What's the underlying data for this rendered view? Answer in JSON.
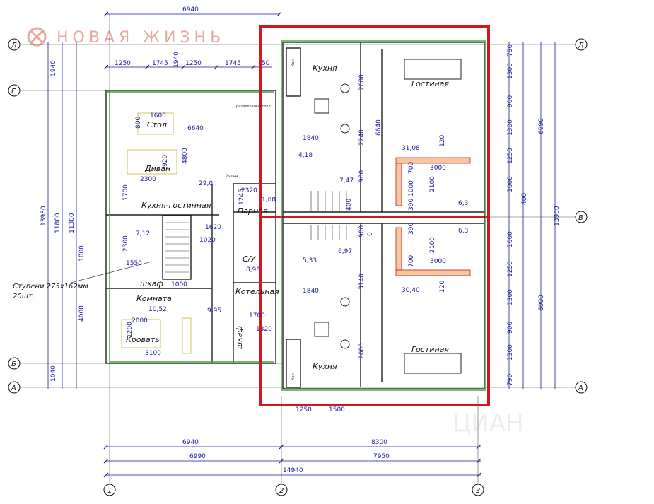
{
  "logo": {
    "text": "НОВАЯ ЖИЗНЬ"
  },
  "watermark": {
    "text": "ЦИАН"
  },
  "axes": {
    "a": "А",
    "b": "Б",
    "v": "В",
    "g": "Г",
    "d": "Д",
    "n1": "1",
    "n2": "2",
    "n3": "3"
  },
  "rooms": {
    "stol": "Стол",
    "divan": "Диван",
    "kitchen_living": "Кухня-гостинная",
    "komnata": "Комната",
    "krovat": "Кровать",
    "shkaf1": "шкаф",
    "shkaf2": "шкаф",
    "parnaya": "Парная",
    "su": "С/У",
    "kotelnaya": "Котельная",
    "kuhnya_top": "Кухня",
    "gostinaya_top": "Гостиная",
    "kuhnya_bot": "Кухня",
    "gostinaya_bot": "Гостиная",
    "hol_top": "Хол",
    "hol_bot": "Хол",
    "razd_stol": "разделочный стол",
    "holod": "Холод"
  },
  "areas": {
    "a29": "29,0",
    "a712": "7,12",
    "a1052": "10,52",
    "a995": "9,95",
    "a896": "8,96",
    "a188": "1,88",
    "a418": "4,18",
    "a747": "7,47",
    "a3108": "31,08",
    "a63t": "6,3",
    "a533": "5,33",
    "a697": "6,97",
    "a3040": "30,40",
    "a63b": "6,3"
  },
  "dims": {
    "d6940_top": "6940",
    "d1250": "1250",
    "d1745a": "1745",
    "d1940": "1940",
    "d1250b": "1250",
    "d1745b": "1745",
    "d50": "50",
    "d13980_l": "13980",
    "d11800": "11800",
    "d11300": "11300",
    "d1000_l": "1000",
    "d4000": "4000",
    "d1040": "1040",
    "d1940_l": "1940",
    "d1600": "1600",
    "d800": "800",
    "d6640": "6640",
    "d4800": "4800",
    "d920": "920",
    "d2300": "2300",
    "d1700": "1700",
    "d2300b": "2300",
    "d1620": "1620",
    "d1020": "1020",
    "d1550": "1550",
    "d1000b": "1000",
    "d2000": "2000",
    "d1200": "1200",
    "d3100": "3100",
    "d2320": "2320",
    "d1245": "1245",
    "d1700b": "1700",
    "d1320": "1320",
    "d2600t": "2600",
    "d1840t": "1840",
    "d2240": "2240",
    "d6640r": "6640",
    "d900t": "900",
    "d3000t": "3000",
    "d2100t": "2100",
    "d1000t": "1000",
    "d390t": "390",
    "d700t": "700",
    "d120t": "120",
    "d400t": "400",
    "d790a": "790",
    "d1300a": "1300",
    "d900a": "900",
    "d1300b": "1300",
    "d1250r": "1250",
    "d1000r": "1000",
    "d400r": "400",
    "d6990": "6990",
    "d13980_r": "13980",
    "d1000rb": "1000",
    "d1250rb": "1250",
    "d1300rc": "1300",
    "d900rb": "900",
    "d1300rd": "1300",
    "d790b": "790",
    "d6990b": "6990",
    "d1840b": "1840",
    "d3140": "3140",
    "d2600b": "2600",
    "d3000b": "3000",
    "d2100b": "2100",
    "d700b": "700",
    "d390b": "390",
    "d120b": "120",
    "d900b": "900",
    "d0": "0",
    "d1250bot": "1250",
    "d1500bot": "1500",
    "d6940_b": "6940",
    "d8300": "8300",
    "d6990_b": "6990",
    "d7950": "7950",
    "d14940": "14940"
  },
  "notes": {
    "stairs1": "Ступени 275х162мм",
    "stairs2": "20шт."
  },
  "colors": {
    "highlight": "#d0181e",
    "wall_green": "#3aa63a",
    "dim_line": "#1a1a9a",
    "logo": "#e4aaa0"
  }
}
